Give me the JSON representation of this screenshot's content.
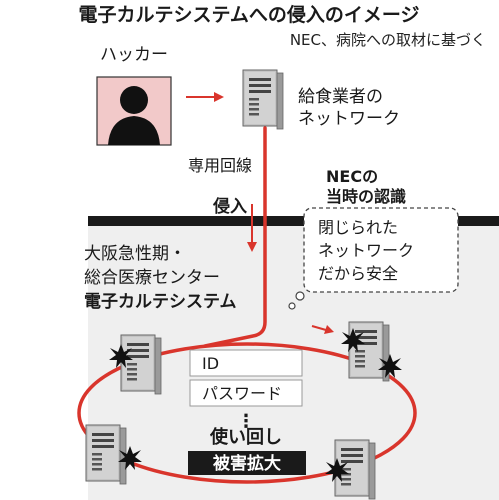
{
  "title": "電子カルテシステムへの侵入のイメージ",
  "source": "NEC、病院への取材に基づく",
  "hacker_label": "ハッカー",
  "vendor_label": [
    "給食業者の",
    "ネットワーク"
  ],
  "line_label": "専用回線",
  "intrusion_label": "侵入",
  "nec_label": [
    "NECの",
    "当時の認識"
  ],
  "bubble_text": [
    "閉じられた",
    "ネットワーク",
    "だから安全"
  ],
  "hospital_label": [
    "大阪急性期・",
    "総合医療センター"
  ],
  "system_label": "電子カルテシステム",
  "credentials": [
    "ID",
    "パスワード"
  ],
  "ellipsis": "⋮",
  "reuse_label": "使い回し",
  "damage_label": "被害拡大",
  "colors": {
    "accent_red": "#d9352c",
    "dark": "#1a1a1a",
    "zone_gray": "#efefef",
    "server_gray": "#bfbfbf"
  }
}
